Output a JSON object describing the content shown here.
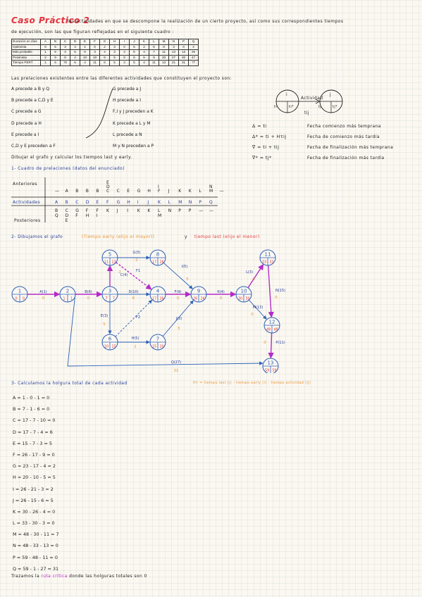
{
  "header": {
    "title": "Caso Práctico 2",
    "intro_line1": "las actividades en que se descompone la realización de un cierto proyecto, así como sus correspondientes tiempos",
    "intro_line2": "de ejecución, son las que figuran reflejadas en el siguiente cuadro :"
  },
  "durations": {
    "headers": [
      "Duración en días",
      "A",
      "B",
      "C",
      "D",
      "E",
      "F",
      "G",
      "H",
      "I",
      "J",
      "K",
      "L",
      "M",
      "N",
      "P",
      "Q"
    ],
    "rows": [
      [
        "Optimista",
        "0",
        "5",
        "3",
        "4",
        "2",
        "0",
        "2",
        "3",
        "0",
        "5",
        "2",
        "6",
        "8",
        "3",
        "0",
        "2"
      ],
      [
        "Más probable",
        "1",
        "6",
        "4",
        "5",
        "9",
        "3",
        "4",
        "3",
        "3",
        "6",
        "4",
        "7",
        "11",
        "13",
        "13",
        "25"
      ],
      [
        "Pesimista",
        "2",
        "9",
        "8",
        "4",
        "10",
        "10",
        "8",
        "5",
        "8",
        "6",
        "5",
        "9",
        "20",
        "27",
        "20",
        "47"
      ],
      [
        "Tiempo PERT",
        "1",
        "6",
        "?0",
        "6",
        "4",
        "11",
        "6",
        "5",
        "3",
        "5",
        "4",
        "11",
        "13",
        "21",
        "31",
        "?7"
      ]
    ]
  },
  "relations": {
    "intro": "Las prelaciones existentes entre las diferentes actividades que constituyen el proyecto son:",
    "left": [
      "A precede a B y Q",
      "B precede a C,D y E",
      "C precede a G",
      "D precede a H",
      "E precede a I",
      "C,D y E preceden a F"
    ],
    "right": [
      "G precede a J",
      "H precede a I",
      "F,I y J preceden a K",
      "K precede a L y M",
      "L precede a N",
      "M y N preceden a P"
    ]
  },
  "legend": {
    "activity_label": "Actividad",
    "node_i": "i",
    "node_j": "j",
    "ti": "ti",
    "ti_star": "ti*",
    "tj": "tj",
    "tj_star": "tj*",
    "tij": "tij",
    "rows": [
      {
        "sym": "Δ = ti",
        "desc": "Fecha comienzo más temprana"
      },
      {
        "sym": "Δ* = ti + Hτij",
        "desc": "Fecha de comienzo más tardía"
      },
      {
        "sym": "∇ = ti + tij",
        "desc": "Fecha de finalización más temprana"
      },
      {
        "sym": "∇* = tj*",
        "desc": "Fecha de finalización más tardía"
      }
    ]
  },
  "instruction": "Dibujar el grafo y calcular los tiempos last y early.",
  "section1": {
    "title": "1- Cuadro de prelaciones (datos del enunciado)",
    "label_anteriores": "Anteriores",
    "label_actividades": "Actividades",
    "label_posteriores": "Posteriores",
    "anteriores": [
      "—",
      "A",
      "B",
      "B",
      "B",
      "C",
      "C",
      "E",
      "G",
      "H",
      "F",
      "J",
      "K",
      "K",
      "L",
      "M",
      "—"
    ],
    "anteriores_extra": [
      "",
      "",
      "",
      "",
      "",
      "D",
      "",
      "",
      "",
      "",
      "I",
      "",
      "",
      "",
      "",
      "N",
      ""
    ],
    "anteriores_extra2": [
      "",
      "",
      "",
      "",
      "",
      "E",
      "",
      "",
      "",
      "",
      "",
      "",
      "",
      "",
      "",
      "",
      ""
    ],
    "actividades": [
      "A",
      "B",
      "C",
      "D",
      "E",
      "F",
      "G",
      "H",
      "I",
      "J",
      "K",
      "L",
      "M",
      "N",
      "P",
      "Q"
    ],
    "posteriores": [
      "B",
      "C",
      "G",
      "F",
      "F",
      "K",
      "J",
      "I",
      "K",
      "K",
      "L",
      "N",
      "P",
      "P",
      "—",
      "—"
    ],
    "posteriores_extra": [
      "Q",
      "D",
      "F",
      "H",
      "I",
      "",
      "",
      "",
      "",
      "",
      "M",
      "",
      "",
      "",
      "",
      ""
    ],
    "posteriores_extra2": [
      "",
      "E",
      "",
      "",
      "",
      "",
      "",
      "",
      "",
      "",
      "",
      "",
      "",
      "",
      "",
      ""
    ]
  },
  "section2": {
    "title": "2- Dibujamos el grafo",
    "early_note": "(Tiempo early (elijo el mayor))",
    "y": "y",
    "last_note": "tiempo last (elijo el menor)"
  },
  "graph": {
    "nodes": [
      {
        "id": "1",
        "early": "0",
        "last": "0"
      },
      {
        "id": "2",
        "early": "1",
        "last": "1"
      },
      {
        "id": "3",
        "early": "7",
        "last": "7"
      },
      {
        "id": "4",
        "early": "17",
        "last": "26"
      },
      {
        "id": "5",
        "early": "11",
        "last": "13"
      },
      {
        "id": "6",
        "early": "10",
        "last": "15"
      },
      {
        "id": "7",
        "early": "15",
        "last": "20"
      },
      {
        "id": "8",
        "early": "17",
        "last": "26"
      },
      {
        "id": "9",
        "early": "26",
        "last": "26"
      },
      {
        "id": "10",
        "early": "30",
        "last": "30"
      },
      {
        "id": "11",
        "early": "33",
        "last": "33"
      },
      {
        "id": "12",
        "early": "48",
        "last": "48"
      },
      {
        "id": "13",
        "early": "59",
        "last": "59"
      }
    ],
    "edges": [
      {
        "label": "A(1)",
        "slack": "0"
      },
      {
        "label": "B(6)",
        "slack": "0"
      },
      {
        "label": "C(4)",
        "slack": "2"
      },
      {
        "label": "D(10)",
        "slack": "6"
      },
      {
        "label": "E(3)",
        "slack": "5"
      },
      {
        "label": "F1",
        "slack": ""
      },
      {
        "label": "F2",
        "slack": ""
      },
      {
        "label": "G(5)",
        "slack": "2"
      },
      {
        "label": "F(9)",
        "slack": "0"
      },
      {
        "label": "H(5)",
        "slack": "2"
      },
      {
        "label": "I(5)",
        "slack": "5"
      },
      {
        "label": "J(3)",
        "slack": "5"
      },
      {
        "label": "K(4)",
        "slack": "0"
      },
      {
        "label": "L(3)",
        "slack": "0"
      },
      {
        "label": "M(13)",
        "slack": "0"
      },
      {
        "label": "N(15)",
        "slack": "0"
      },
      {
        "label": "P(11)",
        "slack": "0"
      },
      {
        "label": "Q(27)",
        "slack": "31"
      }
    ]
  },
  "section3": {
    "title": "3- Calculamos la holgura total de cada actividad",
    "formula": "Hτ = tiempo last (j) - tiempo early (i) - tiempo actividad (ij)",
    "rows": [
      "A = 1 - 0 - 1 = 0",
      "B = 7 - 1 - 6 = 0",
      "C = 17 - 7 - 10 = 0",
      "D = 17 - 7 - 4 = 6",
      "E = 15 - 7 - 3 = 5",
      "F = 26 - 17 - 9 = 0",
      "G = 23 - 17 - 4 = 2",
      "H = 20 - 10 - 5 = 5",
      "I = 26 - 21 - 3 = 2",
      "J = 26 - 15 - 6 = 5",
      "K = 30 - 26 - 4 = 0",
      "L = 33 - 30 - 3 = 0",
      "M = 48 - 30 - 11 = 7",
      "N = 48 - 33 - 13 = 0",
      "P = 59 - 48 - 11 = 0",
      "Q = 59 - 1 - 27 = 31"
    ],
    "conclusion_pre": "Trazamos la",
    "conclusion_highlight": "ruta crítica",
    "conclusion_post": "donde las holguras totales son 0"
  },
  "colors": {
    "title": "#e2323d",
    "section": "#243c99",
    "critical": "#b42bc7",
    "early": "#e53838",
    "last": "#e89233",
    "node": "#2c5fb8"
  }
}
